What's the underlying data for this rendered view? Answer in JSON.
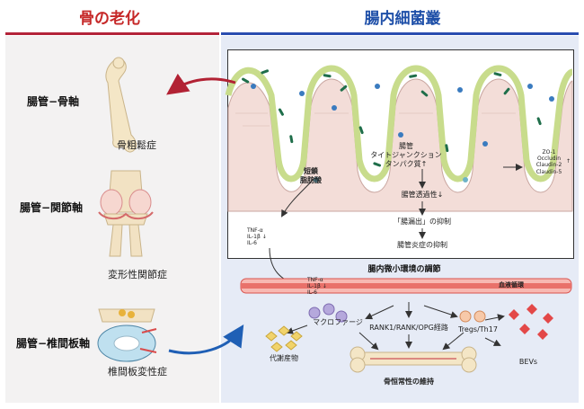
{
  "header": {
    "left_title": "骨の老化",
    "right_title": "腸内細菌叢"
  },
  "axes": [
    {
      "axis": "腸管−骨軸",
      "disease": "骨粗鬆症"
    },
    {
      "axis": "腸管−関節軸",
      "disease": "変形性関節症"
    },
    {
      "axis": "腸管−椎間板軸",
      "disease": "椎間板変性症"
    }
  ],
  "intestine": {
    "tight_junction": [
      "腸管",
      "タイトジャンクション",
      "タンパク質↑"
    ],
    "scfa": [
      "短鎖",
      "脂肪酸"
    ],
    "permeability": "腸管透過性↓",
    "leak": "「腸漏出」の抑制",
    "inflammation": "腸管炎症の抑制",
    "junction_proteins": [
      "ZO-1",
      "Occludin",
      "Claudin-2",
      "Claudin-5"
    ],
    "junction_arrow": "↑",
    "cytokines": [
      "TNF-α",
      "IL-1β ↓",
      "IL-6"
    ]
  },
  "micro": {
    "title": "腸内微小環境の調節",
    "blood": "血液循環",
    "cytokines": [
      "TNF-α",
      "IL-1β ↓",
      "IL-6"
    ],
    "macrophage": "マクロファージ",
    "metabolites": "代謝産物",
    "rankl": "RANK1/RANK/OPG経路",
    "tregs": "Tregs/Th17",
    "bevs": "BEVs",
    "bone": "骨恒常性の維持"
  },
  "colors": {
    "left_accent": "#c62828",
    "right_accent": "#1e4fa8",
    "arrow_red": "#b22234",
    "arrow_blue": "#1f5fb5",
    "vessel": "#d9534f",
    "villus_fill": "#f1d8d4",
    "bacteria_green": "#1f6e4a",
    "bacteria_blue": "#3a7bbf"
  }
}
